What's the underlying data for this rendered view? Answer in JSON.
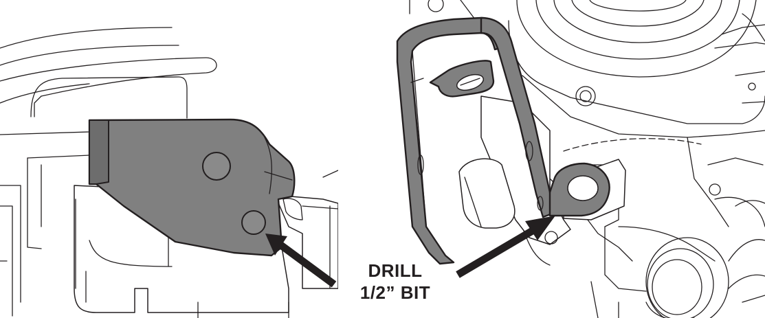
{
  "callout": {
    "line1": "DRILL",
    "line2": "1/2” BIT"
  },
  "colors": {
    "line": "#231f20",
    "highlight_part": "#808080",
    "background": "#ffffff"
  },
  "panels": [
    "left-view",
    "right-view"
  ]
}
